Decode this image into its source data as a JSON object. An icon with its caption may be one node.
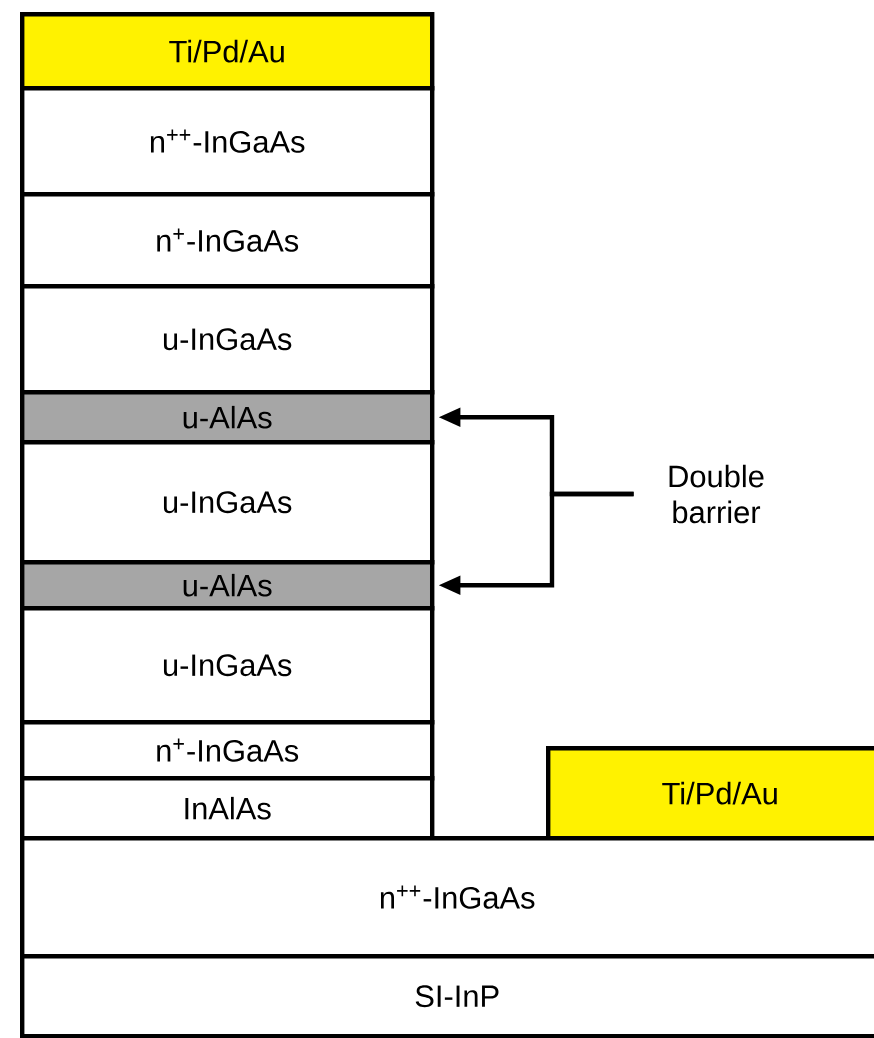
{
  "diagram": {
    "nodes": [
      {
        "text": [
          "Ti/Pd/Au"
        ]
      },
      {
        "text": [
          "n$^{++}$-InGaAs"
        ]
      },
      {
        "text": [
          "n$^{+}$-InGaAs"
        ]
      },
      {
        "text": [
          "u-InGaAs"
        ]
      },
      {
        "text": [
          "u-AlAs"
        ]
      },
      {
        "text": [
          "u-InGaAs"
        ]
      },
      {
        "text": [
          "u-AlAs"
        ]
      },
      {
        "text": [
          "u-InGaAs"
        ]
      },
      {
        "text": [
          "n$^{+}$-InGaAs"
        ]
      },
      {
        "text": [
          "InAlAs"
        ]
      },
      {
        "text": [
          "Ti/Pd/Au"
        ]
      },
      {
        "text": [
          "n$^{++}$-InGaAs"
        ]
      },
      {
        "text": [
          "SI-InP"
        ]
      },
      {
        "text": [
          "Double barrier"
        ]
      }
    ],
    "edges": [
      {
        "from": 13,
        "to": 4,
        "arrow": "to"
      },
      {
        "from": 13,
        "to": 6,
        "arrow": "to"
      }
    ]
  }
}
